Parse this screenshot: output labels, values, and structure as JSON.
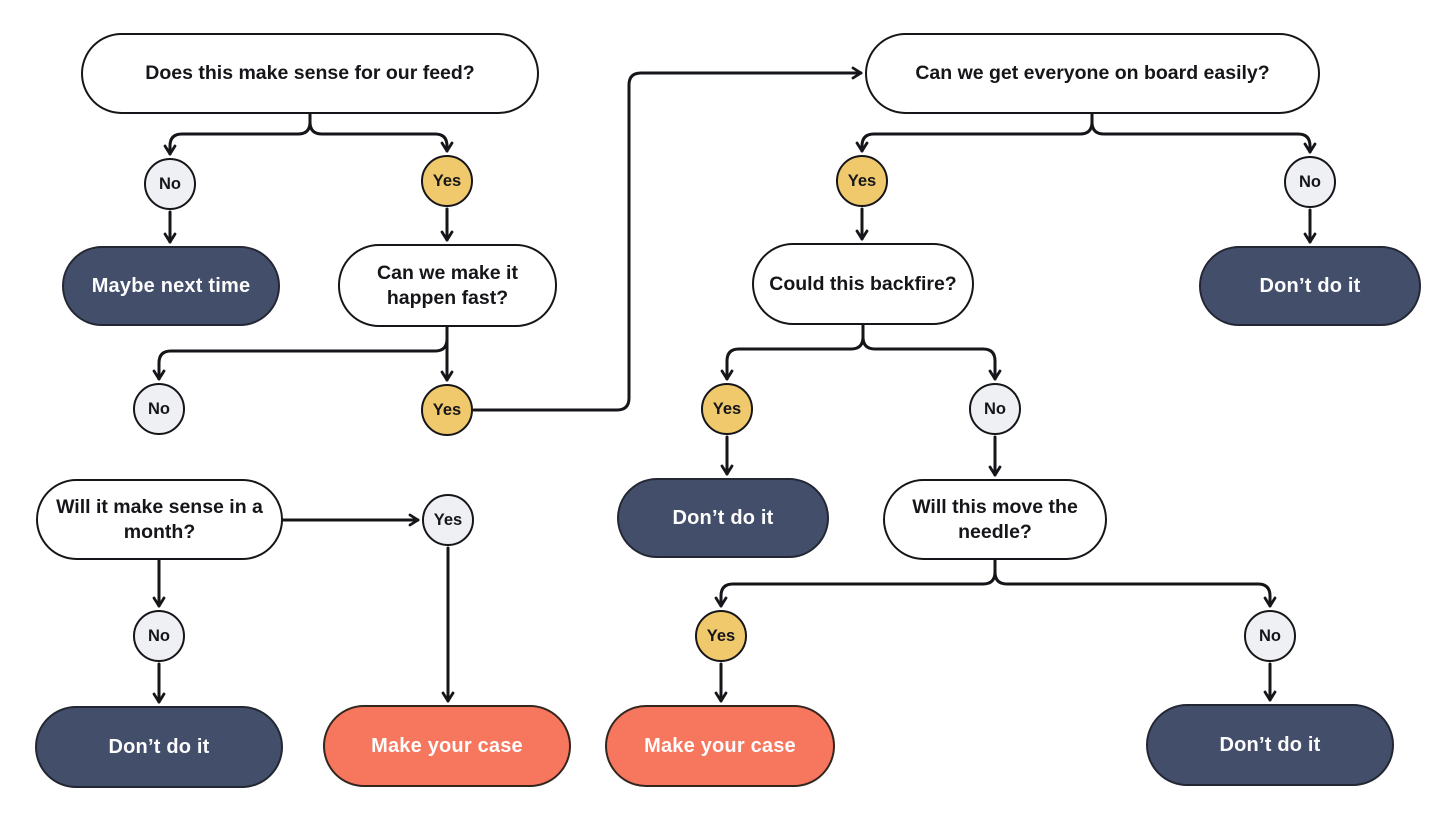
{
  "diagram": {
    "questions": {
      "feed": "Does this make sense for our feed?",
      "board": "Can we get everyone on board easily?",
      "fast": "Can we make it\nhappen fast?",
      "backfire": "Could this backfire?",
      "month": "Will it make sense in a\nmonth?",
      "needle": "Will this move the\nneedle?"
    },
    "answers": {
      "yes": "Yes",
      "no": "No"
    },
    "outcomes": {
      "maybe_next_time": "Maybe next time",
      "dont_do_it": "Don’t do it",
      "make_your_case": "Make your case"
    },
    "colors": {
      "background": "#ffffff",
      "line": "#16161a",
      "navy": "#434e6a",
      "coral": "#f7765e",
      "yellow": "#f0c96d",
      "circle_gray": "#eef0f3"
    }
  }
}
